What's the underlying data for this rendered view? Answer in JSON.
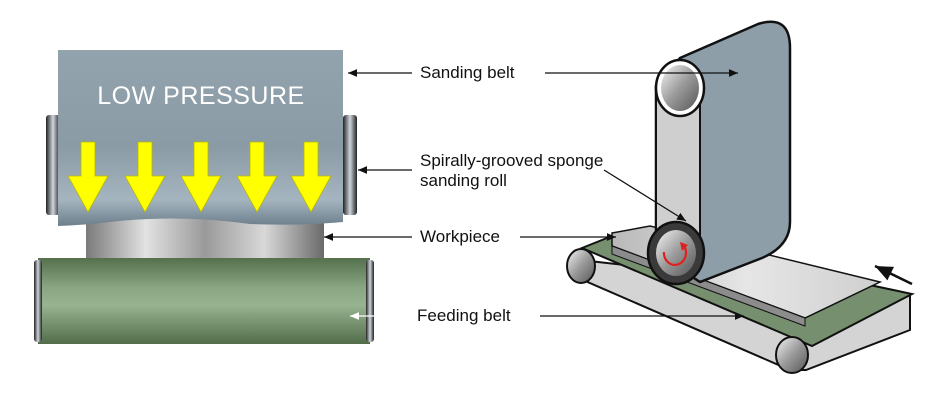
{
  "diagram": {
    "pressure_label": "LOW PRESSURE",
    "labels": {
      "sanding_belt": "Sanding belt",
      "sponge_roll": "Spirally-grooved sponge sanding roll",
      "workpiece": "Workpiece",
      "feeding_belt": "Feeding belt"
    },
    "colors": {
      "belt_gray": "#8d9ea9",
      "feeding_belt_green": "#7a9672",
      "arrow_yellow": "#ffff00",
      "roll_red": "#e0201f"
    },
    "icons": [
      "pressure-arrow-icon",
      "rotation-arrow-icon",
      "feed-direction-arrow-icon"
    ]
  }
}
